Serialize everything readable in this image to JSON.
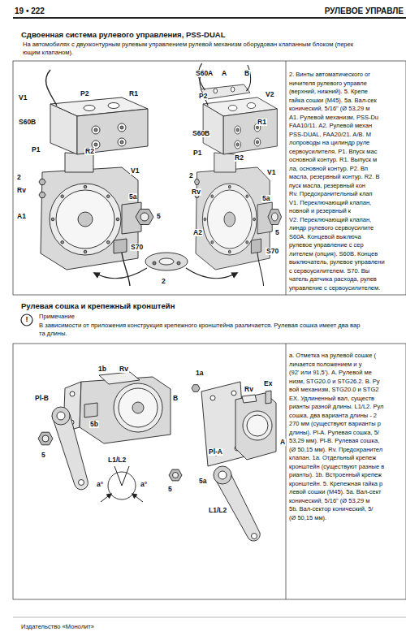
{
  "diagram": {
    "labels": [
      "19 • 222",
      "РУЛЕВОЕ УПРАВЛЕ",
      "Сдвоенная система рулевого управления, PSS-DUAL",
      "На автомобилях с двухконтурным рулевым управлением рулевой механизм оборудован клапанным блоком (перек",
      "ющим клапаном).",
      "V1",
      "P2",
      "R1",
      "S60B",
      "P1",
      "R2",
      "2",
      "Rv",
      "V1",
      "5a",
      "5",
      "A1",
      "S70",
      "S60A",
      "A",
      "B",
      "V2",
      "P2",
      "R1",
      "S60B",
      "P1",
      "R2",
      "2",
      "Rv",
      "V1",
      "5a",
      "5",
      "A2",
      "S70",
      "2",
      "2. Винты автоматического ог",
      "ничителя рулевого управле",
      "(верхний, нижний). 5. Крепе",
      "гайка сошки (M45). 5a. Вал-сек",
      "конический, 5/16\" (Ø 53,29 м",
      "A1. Рулевой механизм, PSS-Du",
      "FAA10/11. A2. Рулевой механ",
      "PSS-DUAL, FAA20/21. A/B. М",
      "лопроводы на цилиндр руле",
      "сервоусилителя. P1. Впуск мас",
      "основной контур. R1. Выпуск м",
      "ла, основной контур. P2. Вп",
      "масла, резервный контур. R2. В",
      "пуск масла, резервный кон",
      "Rv. Предохранительный клап",
      "V1. Переключающий клапан,",
      "новной и резервный к",
      "V2. Переключающий клапан,",
      "линдр рулевого сервоусилите",
      "S60A. Концевой выключа",
      "рулевое управление с сер",
      "лителем (опция). S60B. Концев",
      "выключатель, рулевое управлени",
      "с сервоусилителем. S70. Вы",
      "чатель датчика расхода, рулев",
      "управление с сервоусилителем.",
      "Рулевая сошка и крепежный кронштейн",
      "!",
      "Примечание",
      "В зависимости от приложения конструкция крепежного кронштейна различается. Рулевая сошка имеет два вар",
      "та длины.",
      "1b",
      "Rv",
      "Pl-B",
      "B",
      "5b",
      "5",
      "L1/L2",
      "a°",
      "a°",
      "1a",
      "Ex",
      "Rv",
      "A",
      "Pl-A",
      "5a",
      "5",
      "L1/L2",
      "a. Отметка на рулевой сошке (",
      "личается положением и у",
      "(92' или 91,5'). A. Рулевой ме",
      "низм, STG20.0 и STG26.2. B. Ру",
      "вой механизм, STG20.0 и STG2",
      "EX. Удлиненный вал, существ",
      "рианты разной длины. L1/L2. Рул",
      "сошка, два варианта длины - 2",
      "270 мм (существуют варианты р",
      "длины). Pl-A. Рулевая сошка, 5/",
      "53,29 мм). Pl-B. Рулевая сошка,",
      "(Ø 50,15 мм). Rv. Предохранител",
      "клапан. 1a. Отдельный крепеж",
      "кронштейн (существуют разные в",
      "рианты). 1b. Встроенный крепеж",
      "кронштейн. 5. Крепежная гайка р",
      "левой сошки (M45). 5a. Вал-сект",
      "конический, 5/16\" (Ø 53,29 м",
      "5b. Вал-сектор конический, 5/",
      "(Ø 50,15 мм).",
      "Издательство «Монолит»"
    ]
  }
}
